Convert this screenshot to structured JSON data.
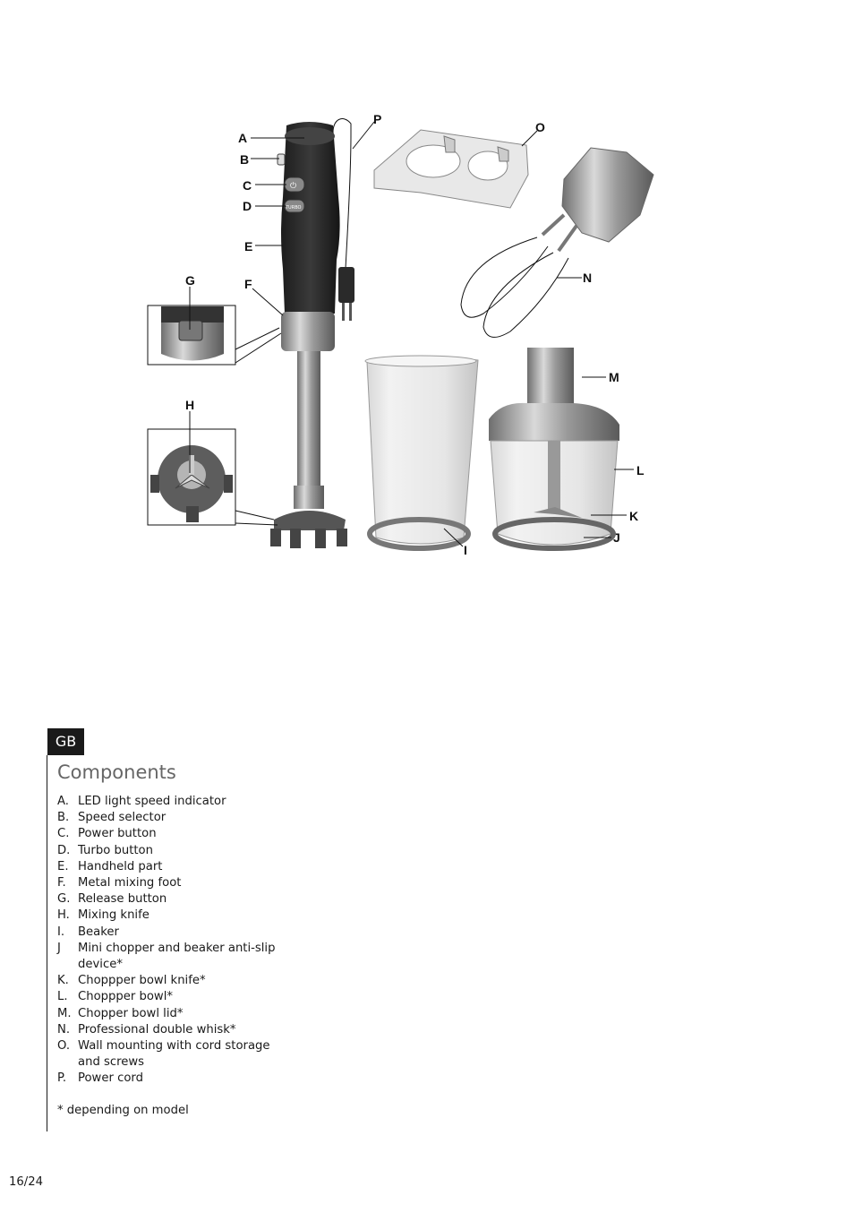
{
  "diagram": {
    "callouts": [
      "A",
      "B",
      "C",
      "D",
      "E",
      "F",
      "G",
      "H",
      "I",
      "J",
      "K",
      "L",
      "M",
      "N",
      "O",
      "P"
    ],
    "button_labels": {
      "turbo": "TURBO"
    }
  },
  "section": {
    "lang": "GB",
    "title": "Components",
    "items": [
      {
        "key": "A.",
        "text": "LED light speed indicator"
      },
      {
        "key": "B.",
        "text": "Speed selector"
      },
      {
        "key": "C.",
        "text": "Power button"
      },
      {
        "key": "D.",
        "text": "Turbo button"
      },
      {
        "key": "E.",
        "text": "Handheld part"
      },
      {
        "key": "F.",
        "text": "Metal mixing foot"
      },
      {
        "key": "G.",
        "text": "Release button"
      },
      {
        "key": "H.",
        "text": "Mixing knife"
      },
      {
        "key": "I.",
        "text": "Beaker"
      },
      {
        "key": "J",
        "text": "Mini chopper and beaker anti-slip device*"
      },
      {
        "key": "K.",
        "text": "Choppper bowl knife*"
      },
      {
        "key": "L.",
        "text": "Choppper bowl*"
      },
      {
        "key": "M.",
        "text": "Chopper bowl lid*"
      },
      {
        "key": "N.",
        "text": "Professional double whisk*"
      },
      {
        "key": "O.",
        "text": "Wall mounting with cord storage and screws"
      },
      {
        "key": "P.",
        "text": "Power cord"
      }
    ],
    "footnote": "* depending on model"
  },
  "page": {
    "number": "16/24"
  }
}
